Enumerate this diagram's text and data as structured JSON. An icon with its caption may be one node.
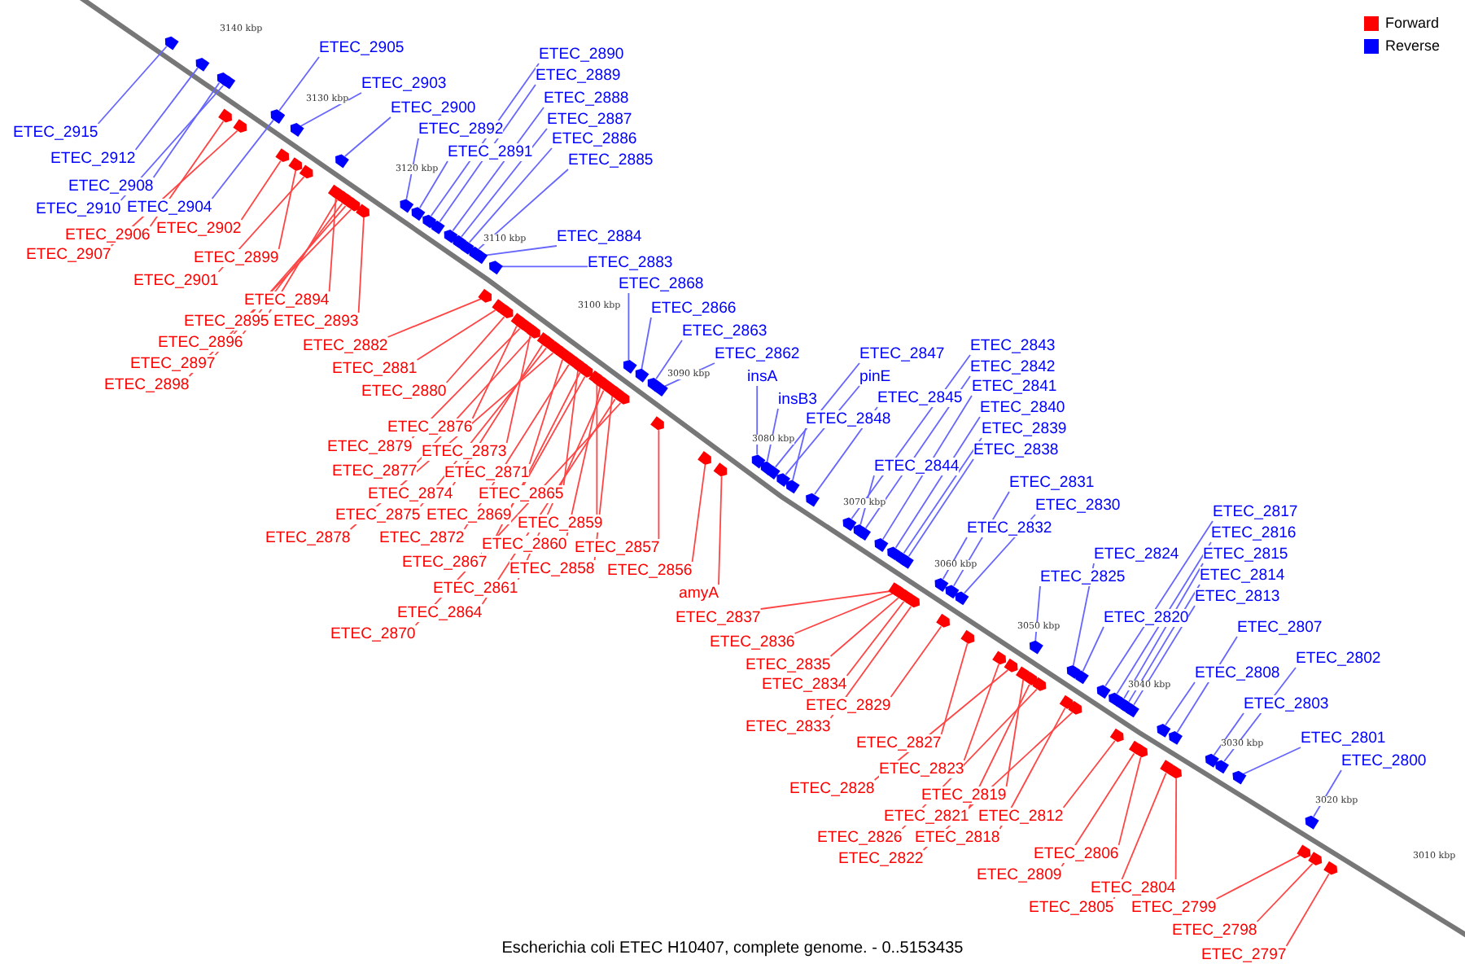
{
  "diagram": {
    "caption": "Escherichia coli ETEC H10407, complete genome. - 0..5153435",
    "nodes": [
      {
        "text": [
          "ETEC_2905"
        ]
      },
      {
        "text": [
          "ETEC_2903"
        ]
      },
      {
        "text": [
          "ETEC_2900"
        ]
      },
      {
        "text": [
          "ETEC_2915"
        ]
      },
      {
        "text": [
          "ETEC_2912"
        ]
      },
      {
        "text": [
          "ETEC_2908"
        ]
      },
      {
        "text": [
          "ETEC_2910"
        ]
      },
      {
        "text": [
          "ETEC_2904"
        ]
      },
      {
        "text": [
          "ETEC_2892"
        ]
      },
      {
        "text": [
          "ETEC_2891"
        ]
      },
      {
        "text": [
          "ETEC_2890"
        ]
      },
      {
        "text": [
          "ETEC_2889"
        ]
      },
      {
        "text": [
          "ETEC_2888"
        ]
      },
      {
        "text": [
          "ETEC_2887"
        ]
      },
      {
        "text": [
          "ETEC_2886"
        ]
      },
      {
        "text": [
          "ETEC_2885"
        ]
      },
      {
        "text": [
          "ETEC_2884"
        ]
      },
      {
        "text": [
          "ETEC_2883"
        ]
      },
      {
        "text": [
          "ETEC_2868"
        ]
      },
      {
        "text": [
          "ETEC_2866"
        ]
      },
      {
        "text": [
          "ETEC_2863"
        ]
      },
      {
        "text": [
          "ETEC_2862"
        ]
      },
      {
        "text": [
          "insA"
        ]
      },
      {
        "text": [
          "insB3"
        ]
      },
      {
        "text": [
          "ETEC_2847"
        ]
      },
      {
        "text": [
          "pinE"
        ]
      },
      {
        "text": [
          "ETEC_2845"
        ]
      },
      {
        "text": [
          "ETEC_2848"
        ]
      },
      {
        "text": [
          "ETEC_2843"
        ]
      },
      {
        "text": [
          "ETEC_2842"
        ]
      },
      {
        "text": [
          "ETEC_2841"
        ]
      },
      {
        "text": [
          "ETEC_2840"
        ]
      },
      {
        "text": [
          "ETEC_2839"
        ]
      },
      {
        "text": [
          "ETEC_2838"
        ]
      },
      {
        "text": [
          "ETEC_2844"
        ]
      },
      {
        "text": [
          "ETEC_2831"
        ]
      },
      {
        "text": [
          "ETEC_2830"
        ]
      },
      {
        "text": [
          "ETEC_2832"
        ]
      },
      {
        "text": [
          "ETEC_2824"
        ]
      },
      {
        "text": [
          "ETEC_2825"
        ]
      },
      {
        "text": [
          "ETEC_2820"
        ]
      },
      {
        "text": [
          "ETEC_2817"
        ]
      },
      {
        "text": [
          "ETEC_2816"
        ]
      },
      {
        "text": [
          "ETEC_2815"
        ]
      },
      {
        "text": [
          "ETEC_2814"
        ]
      },
      {
        "text": [
          "ETEC_2813"
        ]
      },
      {
        "text": [
          "ETEC_2807"
        ]
      },
      {
        "text": [
          "ETEC_2808"
        ]
      },
      {
        "text": [
          "ETEC_2802"
        ]
      },
      {
        "text": [
          "ETEC_2803"
        ]
      },
      {
        "text": [
          "ETEC_2801"
        ]
      },
      {
        "text": [
          "ETEC_2800"
        ]
      },
      {
        "text": [
          "ETEC_2906"
        ]
      },
      {
        "text": [
          "ETEC_2907"
        ]
      },
      {
        "text": [
          "ETEC_2902"
        ]
      },
      {
        "text": [
          "ETEC_2899"
        ]
      },
      {
        "text": [
          "ETEC_2901"
        ]
      },
      {
        "text": [
          "ETEC_2894"
        ]
      },
      {
        "text": [
          "ETEC_2895"
        ]
      },
      {
        "text": [
          "ETEC_2893"
        ]
      },
      {
        "text": [
          "ETEC_2896"
        ]
      },
      {
        "text": [
          "ETEC_2897"
        ]
      },
      {
        "text": [
          "ETEC_2898"
        ]
      },
      {
        "text": [
          "ETEC_2882"
        ]
      },
      {
        "text": [
          "ETEC_2881"
        ]
      },
      {
        "text": [
          "ETEC_2880"
        ]
      },
      {
        "text": [
          "ETEC_2876"
        ]
      },
      {
        "text": [
          "ETEC_2879"
        ]
      },
      {
        "text": [
          "ETEC_2873"
        ]
      },
      {
        "text": [
          "ETEC_2877"
        ]
      },
      {
        "text": [
          "ETEC_2871"
        ]
      },
      {
        "text": [
          "ETEC_2874"
        ]
      },
      {
        "text": [
          "ETEC_2865"
        ]
      },
      {
        "text": [
          "ETEC_2875"
        ]
      },
      {
        "text": [
          "ETEC_2869"
        ]
      },
      {
        "text": [
          "ETEC_2878"
        ]
      },
      {
        "text": [
          "ETEC_2872"
        ]
      },
      {
        "text": [
          "ETEC_2859"
        ]
      },
      {
        "text": [
          "ETEC_2860"
        ]
      },
      {
        "text": [
          "ETEC_2867"
        ]
      },
      {
        "text": [
          "ETEC_2857"
        ]
      },
      {
        "text": [
          "ETEC_2858"
        ]
      },
      {
        "text": [
          "ETEC_2856"
        ]
      },
      {
        "text": [
          "ETEC_2861"
        ]
      },
      {
        "text": [
          "amyA"
        ]
      },
      {
        "text": [
          "ETEC_2864"
        ]
      },
      {
        "text": [
          "ETEC_2870"
        ]
      },
      {
        "text": [
          "ETEC_2837"
        ]
      },
      {
        "text": [
          "ETEC_2836"
        ]
      },
      {
        "text": [
          "ETEC_2835"
        ]
      },
      {
        "text": [
          "ETEC_2834"
        ]
      },
      {
        "text": [
          "ETEC_2829"
        ]
      },
      {
        "text": [
          "ETEC_2833"
        ]
      },
      {
        "text": [
          "ETEC_2827"
        ]
      },
      {
        "text": [
          "ETEC_2823"
        ]
      },
      {
        "text": [
          "ETEC_2828"
        ]
      },
      {
        "text": [
          "ETEC_2819"
        ]
      },
      {
        "text": [
          "ETEC_2821"
        ]
      },
      {
        "text": [
          "ETEC_2812"
        ]
      },
      {
        "text": [
          "ETEC_2826"
        ]
      },
      {
        "text": [
          "ETEC_2818"
        ]
      },
      {
        "text": [
          "ETEC_2822"
        ]
      },
      {
        "text": [
          "ETEC_2806"
        ]
      },
      {
        "text": [
          "ETEC_2809"
        ]
      },
      {
        "text": [
          "ETEC_2804"
        ]
      },
      {
        "text": [
          "ETEC_2805"
        ]
      },
      {
        "text": [
          "ETEC_2799"
        ]
      },
      {
        "text": [
          "ETEC_2798"
        ]
      },
      {
        "text": [
          "ETEC_2797"
        ]
      },
      {
        "text": [],
        "shape": "arrow"
      },
      {
        "text": [],
        "shape": "arrow"
      },
      {
        "text": [],
        "shape": "arrow"
      },
      {
        "text": [],
        "shape": "arrow"
      },
      {
        "text": [],
        "shape": "arrow"
      },
      {
        "text": [],
        "shape": "arrow"
      },
      {
        "text": [],
        "shape": "arrow"
      },
      {
        "text": [],
        "shape": "arrow"
      },
      {
        "text": [],
        "shape": "arrow"
      },
      {
        "text": [],
        "shape": "arrow"
      },
      {
        "text": [],
        "shape": "arrow"
      },
      {
        "text": [],
        "shape": "arrow"
      },
      {
        "text": [],
        "shape": "arrow"
      },
      {
        "text": [],
        "shape": "arrow"
      },
      {
        "text": [],
        "shape": "arrow"
      },
      {
        "text": [],
        "shape": "arrow"
      },
      {
        "text": [],
        "shape": "arrow"
      },
      {
        "text": [],
        "shape": "arrow"
      },
      {
        "text": [],
        "shape": "arrow"
      },
      {
        "text": [],
        "shape": "arrow"
      },
      {
        "text": [],
        "shape": "arrow"
      },
      {
        "text": [],
        "shape": "arrow"
      },
      {
        "text": [],
        "shape": "arrow"
      },
      {
        "text": [],
        "shape": "arrow"
      },
      {
        "text": [],
        "shape": "arrow"
      },
      {
        "text": [],
        "shape": "arrow"
      },
      {
        "text": [],
        "shape": "arrow"
      },
      {
        "text": [],
        "shape": "arrow"
      },
      {
        "text": [],
        "shape": "arrow"
      },
      {
        "text": [],
        "shape": "arrow"
      },
      {
        "text": [],
        "shape": "arrow"
      },
      {
        "text": [],
        "shape": "arrow"
      },
      {
        "text": [],
        "shape": "arrow"
      },
      {
        "text": [],
        "shape": "arrow"
      },
      {
        "text": [],
        "shape": "arrow"
      },
      {
        "text": [],
        "shape": "arrow"
      },
      {
        "text": [],
        "shape": "arrow"
      },
      {
        "text": [],
        "shape": "arrow"
      },
      {
        "text": [],
        "shape": "arrow"
      },
      {
        "text": [],
        "shape": "arrow"
      },
      {
        "text": [],
        "shape": "arrow"
      },
      {
        "text": [],
        "shape": "arrow"
      },
      {
        "text": [],
        "shape": "arrow"
      },
      {
        "text": [],
        "shape": "arrow"
      },
      {
        "text": [],
        "shape": "arrow"
      },
      {
        "text": [],
        "shape": "arrow"
      },
      {
        "text": [],
        "shape": "arrow"
      },
      {
        "text": [],
        "shape": "arrow"
      },
      {
        "text": [],
        "shape": "arrow"
      },
      {
        "text": [],
        "shape": "arrow"
      },
      {
        "text": [],
        "shape": "arrow"
      },
      {
        "text": [],
        "shape": "arrow"
      },
      {
        "text": [],
        "shape": "arrow"
      },
      {
        "text": [],
        "shape": "arrow"
      },
      {
        "text": [],
        "shape": "arrow"
      },
      {
        "text": [],
        "shape": "arrow"
      },
      {
        "text": [],
        "shape": "arrow"
      },
      {
        "text": [],
        "shape": "arrow"
      },
      {
        "text": [],
        "shape": "arrow"
      },
      {
        "text": [],
        "shape": "arrow"
      },
      {
        "text": [],
        "shape": "arrow"
      },
      {
        "text": [],
        "shape": "arrow"
      },
      {
        "text": [],
        "shape": "arrow"
      },
      {
        "text": [],
        "shape": "arrow"
      },
      {
        "text": [],
        "shape": "arrow"
      },
      {
        "text": [],
        "shape": "arrow"
      },
      {
        "text": [],
        "shape": "arrow"
      },
      {
        "text": [],
        "shape": "arrow"
      },
      {
        "text": [],
        "shape": "arrow"
      },
      {
        "text": [],
        "shape": "arrow"
      },
      {
        "text": [],
        "shape": "arrow"
      },
      {
        "text": [],
        "shape": "arrow"
      },
      {
        "text": [],
        "shape": "arrow"
      },
      {
        "text": [],
        "shape": "arrow"
      },
      {
        "text": [],
        "shape": "arrow"
      },
      {
        "text": [],
        "shape": "arrow"
      },
      {
        "text": [],
        "shape": "arrow"
      },
      {
        "text": [],
        "shape": "arrow"
      },
      {
        "text": [],
        "shape": "arrow"
      },
      {
        "text": [],
        "shape": "arrow"
      },
      {
        "text": [],
        "shape": "arrow"
      },
      {
        "text": [],
        "shape": "arrow"
      },
      {
        "text": [],
        "shape": "arrow"
      },
      {
        "text": [],
        "shape": "arrow"
      },
      {
        "text": [],
        "shape": "arrow"
      },
      {
        "text": [],
        "shape": "arrow"
      },
      {
        "text": [],
        "shape": "arrow"
      },
      {
        "text": [],
        "shape": "arrow"
      },
      {
        "text": [],
        "shape": "arrow"
      },
      {
        "text": [],
        "shape": "arrow"
      },
      {
        "text": [],
        "shape": "arrow"
      },
      {
        "text": [],
        "shape": "arrow"
      },
      {
        "text": [],
        "shape": "arrow"
      },
      {
        "text": [],
        "shape": "arrow"
      },
      {
        "text": [],
        "shape": "arrow"
      },
      {
        "text": [],
        "shape": "arrow"
      },
      {
        "text": [],
        "shape": "arrow"
      },
      {
        "text": [],
        "shape": "arrow"
      },
      {
        "text": [],
        "shape": "arrow"
      },
      {
        "text": [],
        "shape": "arrow"
      },
      {
        "text": [],
        "shape": "arrow"
      },
      {
        "text": [],
        "shape": "arrow"
      },
      {
        "text": [],
        "shape": "arrow"
      },
      {
        "text": [],
        "shape": "arrow"
      },
      {
        "text": [],
        "shape": "arrow"
      },
      {
        "text": [],
        "shape": "arrow"
      },
      {
        "text": [],
        "shape": "arrow"
      },
      {
        "text": [],
        "shape": "arrow"
      },
      {
        "text": [],
        "shape": "arrow"
      }
    ],
    "edges": [
      {
        "from": 0,
        "to": 109,
        "arrow": "none",
        "color": "#6666ff"
      },
      {
        "from": 1,
        "to": 110,
        "arrow": "none",
        "color": "#6666ff"
      },
      {
        "from": 2,
        "to": 111,
        "arrow": "none",
        "color": "#6666ff"
      },
      {
        "from": 3,
        "to": 112,
        "arrow": "none",
        "color": "#6666ff"
      },
      {
        "from": 4,
        "to": 113,
        "arrow": "none",
        "color": "#6666ff"
      },
      {
        "from": 5,
        "to": 114,
        "arrow": "none",
        "color": "#6666ff"
      },
      {
        "from": 6,
        "to": 115,
        "arrow": "none",
        "color": "#6666ff"
      },
      {
        "from": 7,
        "to": 116,
        "arrow": "none",
        "color": "#6666ff"
      },
      {
        "from": 8,
        "to": 117,
        "arrow": "none",
        "color": "#6666ff"
      },
      {
        "from": 9,
        "to": 118,
        "arrow": "none",
        "color": "#6666ff"
      },
      {
        "from": 10,
        "to": 119,
        "arrow": "none",
        "color": "#6666ff"
      },
      {
        "from": 11,
        "to": 120,
        "arrow": "none",
        "color": "#6666ff"
      },
      {
        "from": 12,
        "to": 121,
        "arrow": "none",
        "color": "#6666ff"
      },
      {
        "from": 13,
        "to": 122,
        "arrow": "none",
        "color": "#6666ff"
      },
      {
        "from": 14,
        "to": 123,
        "arrow": "none",
        "color": "#6666ff"
      },
      {
        "from": 15,
        "to": 124,
        "arrow": "none",
        "color": "#6666ff"
      },
      {
        "from": 16,
        "to": 125,
        "arrow": "none",
        "color": "#6666ff"
      },
      {
        "from": 17,
        "to": 126,
        "arrow": "none",
        "color": "#6666ff"
      },
      {
        "from": 18,
        "to": 127,
        "arrow": "none",
        "color": "#6666ff"
      },
      {
        "from": 19,
        "to": 128,
        "arrow": "none",
        "color": "#6666ff"
      },
      {
        "from": 20,
        "to": 129,
        "arrow": "none",
        "color": "#6666ff"
      },
      {
        "from": 21,
        "to": 130,
        "arrow": "none",
        "color": "#6666ff"
      },
      {
        "from": 22,
        "to": 131,
        "arrow": "none",
        "color": "#6666ff"
      },
      {
        "from": 23,
        "to": 132,
        "arrow": "none",
        "color": "#6666ff"
      },
      {
        "from": 24,
        "to": 133,
        "arrow": "none",
        "color": "#6666ff"
      },
      {
        "from": 25,
        "to": 134,
        "arrow": "none",
        "color": "#6666ff"
      },
      {
        "from": 26,
        "to": 135,
        "arrow": "none",
        "color": "#6666ff"
      },
      {
        "from": 27,
        "to": 136,
        "arrow": "none",
        "color": "#6666ff"
      },
      {
        "from": 28,
        "to": 137,
        "arrow": "none",
        "color": "#6666ff"
      },
      {
        "from": 29,
        "to": 138,
        "arrow": "none",
        "color": "#6666ff"
      },
      {
        "from": 30,
        "to": 139,
        "arrow": "none",
        "color": "#6666ff"
      },
      {
        "from": 31,
        "to": 140,
        "arrow": "none",
        "color": "#6666ff"
      },
      {
        "from": 32,
        "to": 141,
        "arrow": "none",
        "color": "#6666ff"
      },
      {
        "from": 33,
        "to": 142,
        "arrow": "none",
        "color": "#6666ff"
      },
      {
        "from": 34,
        "to": 143,
        "arrow": "none",
        "color": "#6666ff"
      },
      {
        "from": 35,
        "to": 144,
        "arrow": "none",
        "color": "#6666ff"
      },
      {
        "from": 36,
        "to": 145,
        "arrow": "none",
        "color": "#6666ff"
      },
      {
        "from": 37,
        "to": 146,
        "arrow": "none",
        "color": "#6666ff"
      },
      {
        "from": 38,
        "to": 147,
        "arrow": "none",
        "color": "#6666ff"
      },
      {
        "from": 39,
        "to": 148,
        "arrow": "none",
        "color": "#6666ff"
      },
      {
        "from": 40,
        "to": 149,
        "arrow": "none",
        "color": "#6666ff"
      },
      {
        "from": 41,
        "to": 150,
        "arrow": "none",
        "color": "#6666ff"
      },
      {
        "from": 42,
        "to": 151,
        "arrow": "none",
        "color": "#6666ff"
      },
      {
        "from": 43,
        "to": 152,
        "arrow": "none",
        "color": "#6666ff"
      },
      {
        "from": 44,
        "to": 153,
        "arrow": "none",
        "color": "#6666ff"
      },
      {
        "from": 45,
        "to": 154,
        "arrow": "none",
        "color": "#6666ff"
      },
      {
        "from": 46,
        "to": 155,
        "arrow": "none",
        "color": "#6666ff"
      },
      {
        "from": 47,
        "to": 156,
        "arrow": "none",
        "color": "#6666ff"
      },
      {
        "from": 48,
        "to": 157,
        "arrow": "none",
        "color": "#6666ff"
      },
      {
        "from": 49,
        "to": 158,
        "arrow": "none",
        "color": "#6666ff"
      },
      {
        "from": 50,
        "to": 159,
        "arrow": "none",
        "color": "#6666ff"
      },
      {
        "from": 51,
        "to": 160,
        "arrow": "none",
        "color": "#6666ff"
      },
      {
        "from": 52,
        "to": 161,
        "arrow": "none"
      },
      {
        "from": 53,
        "to": 162,
        "arrow": "none"
      },
      {
        "from": 54,
        "to": 163,
        "arrow": "none"
      },
      {
        "from": 55,
        "to": 164,
        "arrow": "none"
      },
      {
        "from": 56,
        "to": 165,
        "arrow": "none"
      },
      {
        "from": 57,
        "to": 166,
        "arrow": "none"
      },
      {
        "from": 58,
        "to": 167,
        "arrow": "none"
      },
      {
        "from": 59,
        "to": 168,
        "arrow": "none"
      },
      {
        "from": 60,
        "to": 169,
        "arrow": "none"
      },
      {
        "from": 61,
        "to": 170,
        "arrow": "none"
      },
      {
        "from": 62,
        "to": 171,
        "arrow": "none"
      },
      {
        "from": 63,
        "to": 172,
        "arrow": "none"
      },
      {
        "from": 64,
        "to": 173,
        "arrow": "none"
      },
      {
        "from": 65,
        "to": 174,
        "arrow": "none"
      },
      {
        "from": 66,
        "to": 175,
        "arrow": "none"
      },
      {
        "from": 67,
        "to": 176,
        "arrow": "none"
      },
      {
        "from": 68,
        "to": 177,
        "arrow": "none"
      },
      {
        "from": 69,
        "to": 178,
        "arrow": "none"
      },
      {
        "from": 70,
        "to": 179,
        "arrow": "none"
      },
      {
        "from": 71,
        "to": 180,
        "arrow": "none"
      },
      {
        "from": 72,
        "to": 181,
        "arrow": "none"
      },
      {
        "from": 73,
        "to": 182,
        "arrow": "none"
      },
      {
        "from": 74,
        "to": 183,
        "arrow": "none"
      },
      {
        "from": 75,
        "to": 184,
        "arrow": "none"
      },
      {
        "from": 76,
        "to": 185,
        "arrow": "none"
      },
      {
        "from": 77,
        "to": 186,
        "arrow": "none"
      },
      {
        "from": 78,
        "to": 187,
        "arrow": "none"
      },
      {
        "from": 79,
        "to": 188,
        "arrow": "none"
      },
      {
        "from": 80,
        "to": 189,
        "arrow": "none"
      },
      {
        "from": 81,
        "to": 190,
        "arrow": "none"
      },
      {
        "from": 82,
        "to": 191,
        "arrow": "none"
      },
      {
        "from": 83,
        "to": 192,
        "arrow": "none"
      },
      {
        "from": 84,
        "to": 193,
        "arrow": "none"
      },
      {
        "from": 85,
        "to": 194,
        "arrow": "none"
      },
      {
        "from": 86,
        "to": 195,
        "arrow": "none"
      },
      {
        "from": 87,
        "to": 196,
        "arrow": "none"
      },
      {
        "from": 88,
        "to": 197,
        "arrow": "none"
      },
      {
        "from": 89,
        "to": 198,
        "arrow": "none"
      },
      {
        "from": 90,
        "to": 199,
        "arrow": "none"
      },
      {
        "from": 91,
        "to": 200,
        "arrow": "none"
      },
      {
        "from": 92,
        "to": 201,
        "arrow": "none"
      },
      {
        "from": 93,
        "to": 202,
        "arrow": "none"
      },
      {
        "from": 94,
        "to": 203,
        "arrow": "none"
      },
      {
        "from": 95,
        "to": 204,
        "arrow": "none"
      },
      {
        "from": 96,
        "to": 205,
        "arrow": "none"
      },
      {
        "from": 97,
        "to": 206,
        "arrow": "none"
      },
      {
        "from": 98,
        "to": 207,
        "arrow": "none"
      },
      {
        "from": 99,
        "to": 208,
        "arrow": "none"
      },
      {
        "from": 100,
        "to": 209,
        "arrow": "none"
      },
      {
        "from": 101,
        "to": 210,
        "arrow": "none"
      },
      {
        "from": 102,
        "to": 211,
        "arrow": "none"
      },
      {
        "from": 103,
        "to": 212,
        "arrow": "none"
      },
      {
        "from": 104,
        "to": 213,
        "arrow": "none"
      },
      {
        "from": 105,
        "to": 214,
        "arrow": "none"
      },
      {
        "from": 106,
        "to": 215,
        "arrow": "none"
      },
      {
        "from": 107,
        "to": 216,
        "arrow": "none"
      },
      {
        "from": 108,
        "to": 217,
        "arrow": "none"
      }
    ],
    "labels": [
      "3140 kbp",
      "3130 kbp",
      "3120 kbp",
      "3110 kbp",
      "3100 kbp",
      "3090 kbp",
      "3080 kbp",
      "3070 kbp",
      "3060 kbp",
      "3050 kbp",
      "3040 kbp",
      "3030 kbp",
      "3020 kbp",
      "3010 kbp"
    ],
    "legend": [
      {
        "text": "Forward",
        "color": "#ff0000"
      },
      {
        "text": "Reverse",
        "color": "#0000ff"
      }
    ]
  }
}
